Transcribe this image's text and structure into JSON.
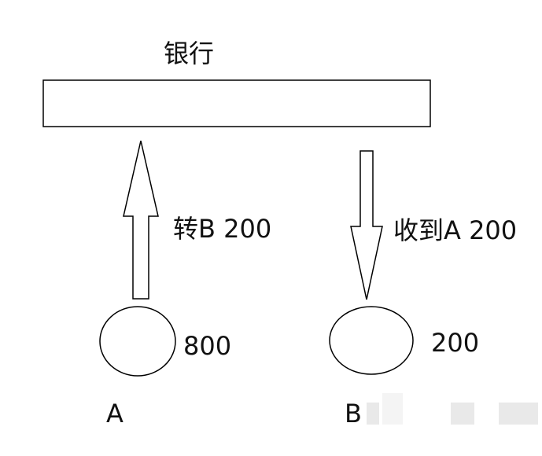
{
  "diagram": {
    "bank": {
      "label": "银行"
    },
    "transfer_out": {
      "label": "转B 200"
    },
    "transfer_in": {
      "label": "收到A 200"
    },
    "account_a": {
      "name": "A",
      "balance": "800"
    },
    "account_b": {
      "name": "B",
      "balance": "200"
    }
  },
  "colors": {
    "stroke": "#000000",
    "text": "#111111",
    "background": "#ffffff"
  }
}
